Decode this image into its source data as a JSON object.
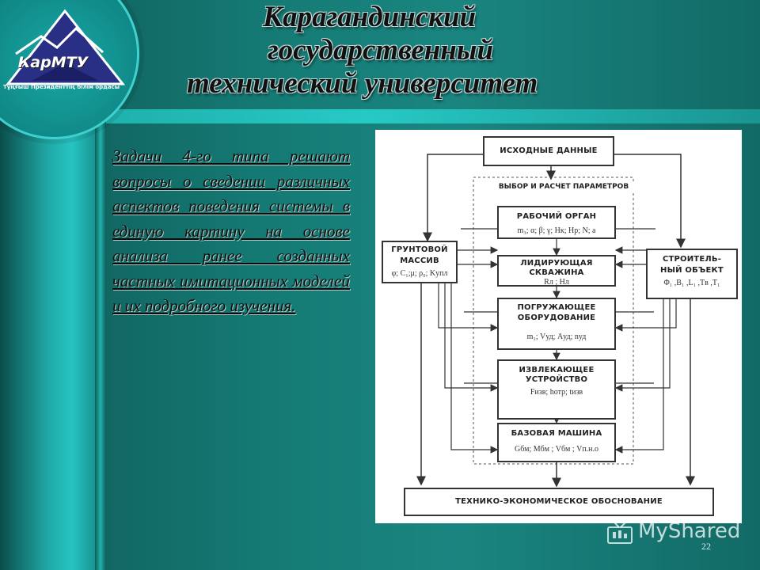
{
  "logo": {
    "name": "КарМТУ",
    "subtitle": "Тұңғыш Президенттің білім ордасы"
  },
  "title": {
    "line1": "Карагандинский",
    "line2": "государственный",
    "line3": "технический университет"
  },
  "task_text": "Задачи 4-го типа решают вопросы о сведении различных аспектов поведения системы в единую картину на основе анализа ранее созданных частных имитационных моделей и их подробного изучения.",
  "diagram": {
    "source": "ИСХОДНЫЕ ДАННЫЕ",
    "selection": "ВЫБОР И РАСЧЕТ ПАРАМЕТРОВ",
    "soil": {
      "label1": "ГРУНТОВОЙ",
      "label2": "МАССИВ",
      "params": "φ; C₁;μ; ρ₀; Kупл"
    },
    "structure": {
      "label1": "СТРОИТЕЛЬ-",
      "label2": "НЫЙ ОБЪЕКТ",
      "params": "Φ₁ ,B₁ ,L₁ ,Tв ,T₁"
    },
    "work_organ": {
      "label": "РАБОЧИЙ ОРГАН",
      "params": "m₃; α; β; γ; Hк; Hр; N; a"
    },
    "leading_well": {
      "label1": "ЛИДИРУЮЩАЯ",
      "label2": "СКВАЖИНА",
      "params": "Rл ; Нл"
    },
    "immersion": {
      "label1": "ПОГРУЖАЮЩЕЕ",
      "label2": "ОБОРУДОВАНИЕ",
      "params": "m₁; Vуд; Aуд; nуд"
    },
    "extractor": {
      "label1": "ИЗВЛЕКАЮЩЕЕ",
      "label2": "УСТРОЙСТВО",
      "params": "Fизв; hотр; tизв"
    },
    "base_machine": {
      "label": "БАЗОВАЯ МАШИНА",
      "params": "Gбм; Mбм ; Vбм ; Vп.н.о"
    },
    "feasibility": "ТЕХНИКО-ЭКОНОМИЧЕСКОЕ ОБОСНОВАНИЕ"
  },
  "watermark": "MyShared",
  "slide_number": "22"
}
